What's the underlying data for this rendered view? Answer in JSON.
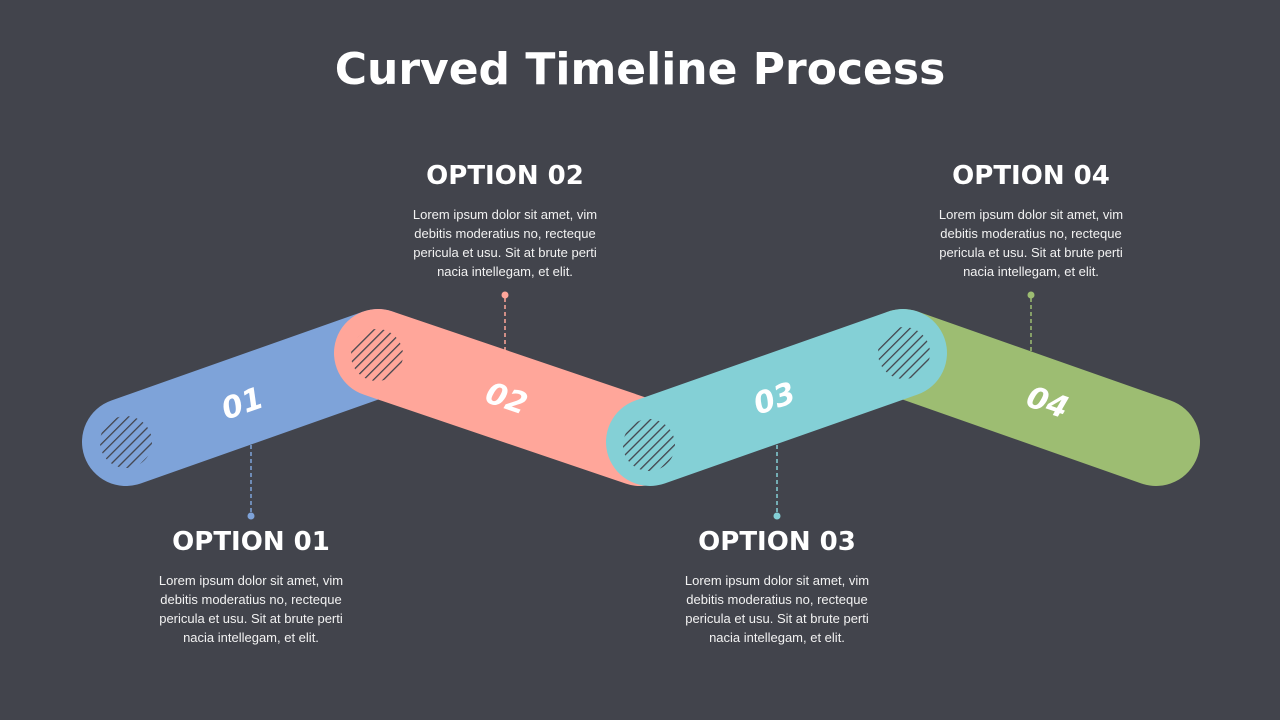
{
  "title": "Curved Timeline Process",
  "colors": {
    "background": "#42444c",
    "segment_1": "#7ea3d9",
    "segment_2": "#ffa69a",
    "segment_3": "#84d0d6",
    "segment_4": "#9dbd72",
    "hatch": "#42444c"
  },
  "steps": [
    {
      "number": "01",
      "heading": "OPTION 01",
      "text": "Lorem ipsum dolor sit amet, vim debitis moderatius no, recteque pericula et usu. Sit at brute perti nacia intellegam, et elit."
    },
    {
      "number": "02",
      "heading": "OPTION 02",
      "text": "Lorem ipsum dolor sit amet, vim debitis moderatius no, recteque pericula et usu. Sit at brute perti nacia intellegam, et elit."
    },
    {
      "number": "03",
      "heading": "OPTION 03",
      "text": "Lorem ipsum dolor sit amet, vim debitis moderatius no, recteque pericula et usu. Sit at brute perti nacia intellegam, et elit."
    },
    {
      "number": "04",
      "heading": "OPTION 04",
      "text": "Lorem ipsum dolor sit amet, vim debitis moderatius no, recteque pericula et usu. Sit at brute perti nacia intellegam, et elit."
    }
  ]
}
